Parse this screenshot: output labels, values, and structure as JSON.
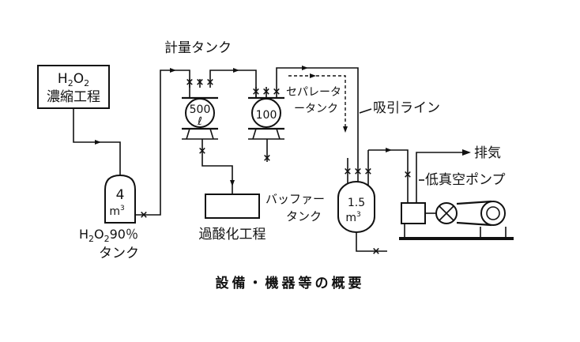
{
  "concentration_box": {
    "formula_base_1": "H",
    "formula_sub_1": "2",
    "formula_base_2": "O",
    "formula_sub_2": "2",
    "line2": "濃縮工程"
  },
  "storage_tank": {
    "volume_num": "4",
    "volume_unit": "m",
    "volume_sup": "3",
    "label_base_1": "H",
    "label_sub_1": "2",
    "label_base_2": "O",
    "label_sub_2": "2",
    "label_rest": "90％",
    "label_line2": "タンク"
  },
  "metering_tank": {
    "caption": "計量タンク",
    "volume_num": "500",
    "volume_unit": "ℓ"
  },
  "separator_tank": {
    "volume_num": "100",
    "label_line1": "セパレータ",
    "label_line2": "ータンク"
  },
  "peroxidation": {
    "label": "過酸化工程"
  },
  "suction_line": {
    "label": "吸引ライン"
  },
  "buffer_tank": {
    "volume_num": "1.5",
    "volume_unit": "m",
    "volume_sup": "3",
    "label_line1": "バッファー",
    "label_line2": "タンク"
  },
  "exhaust": {
    "label": "排気"
  },
  "vacuum_pump": {
    "label": "低真空ポンプ"
  },
  "valve_mark": "×",
  "caption": "設備・機器等の概要"
}
